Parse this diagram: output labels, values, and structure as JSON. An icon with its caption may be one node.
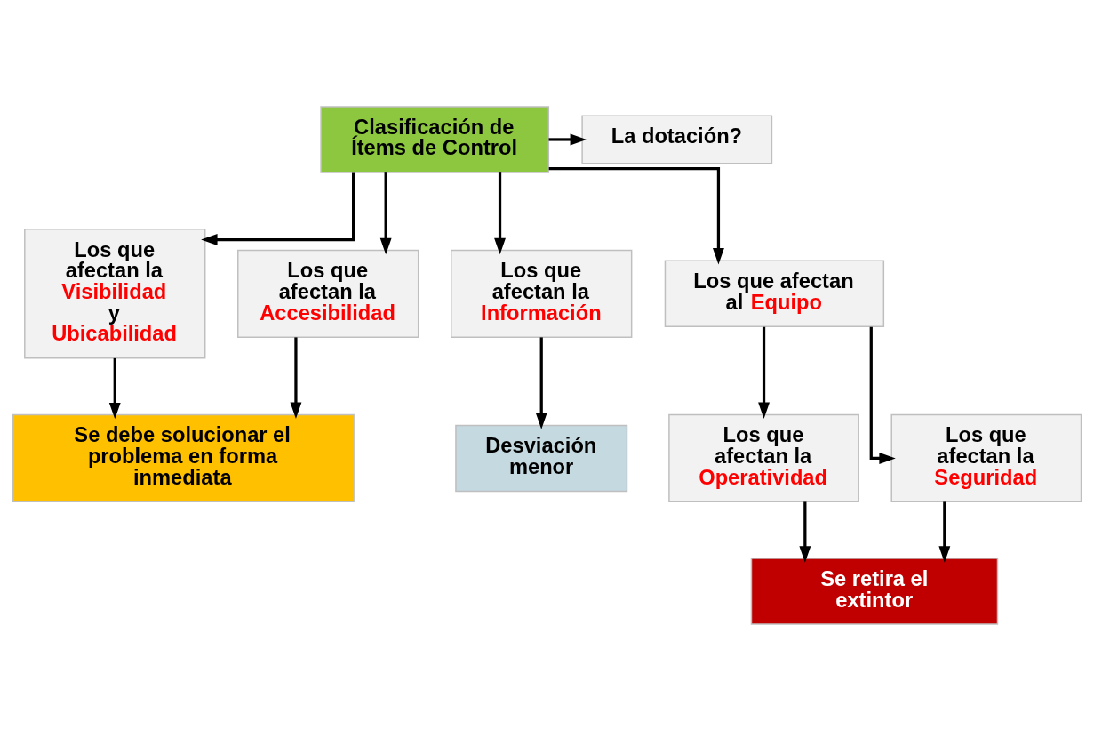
{
  "diagram": {
    "nodes": [
      {
        "text": [
          "Clasificación de Ítems de Control"
        ]
      },
      {
        "text": [
          "La dotación?"
        ]
      },
      {
        "text": [
          "Los que afectan la **Visibilidad** y **Ubicabilidad**"
        ]
      },
      {
        "text": [
          "Los que afectan la **Accesibilidad**"
        ]
      },
      {
        "text": [
          "Los que afectan la **Información**"
        ]
      },
      {
        "text": [
          "Los que afectan al **Equipo**"
        ]
      },
      {
        "text": [
          "Los que afectan la **Operatividad**"
        ]
      },
      {
        "text": [
          "Los que afectan la **Seguridad**"
        ]
      },
      {
        "text": [
          "Se debe solucionar el problema en forma inmediata"
        ]
      },
      {
        "text": [
          "Desviación menor"
        ]
      },
      {
        "text": [
          "Se retira el extintor"
        ]
      }
    ],
    "edges": [
      {
        "from": 0,
        "to": 1,
        "arrow": "to"
      },
      {
        "from": 0,
        "to": 2,
        "arrow": "to"
      },
      {
        "from": 0,
        "to": 3,
        "arrow": "to"
      },
      {
        "from": 0,
        "to": 4,
        "arrow": "to"
      },
      {
        "from": 0,
        "to": 5,
        "arrow": "to"
      },
      {
        "from": 2,
        "to": 8,
        "arrow": "to"
      },
      {
        "from": 3,
        "to": 8,
        "arrow": "to"
      },
      {
        "from": 4,
        "to": 9,
        "arrow": "to"
      },
      {
        "from": 5,
        "to": 6,
        "arrow": "to"
      },
      {
        "from": 5,
        "to": 7,
        "arrow": "to"
      },
      {
        "from": 6,
        "to": 10,
        "arrow": "to"
      },
      {
        "from": 7,
        "to": 10,
        "arrow": "to"
      }
    ]
  }
}
